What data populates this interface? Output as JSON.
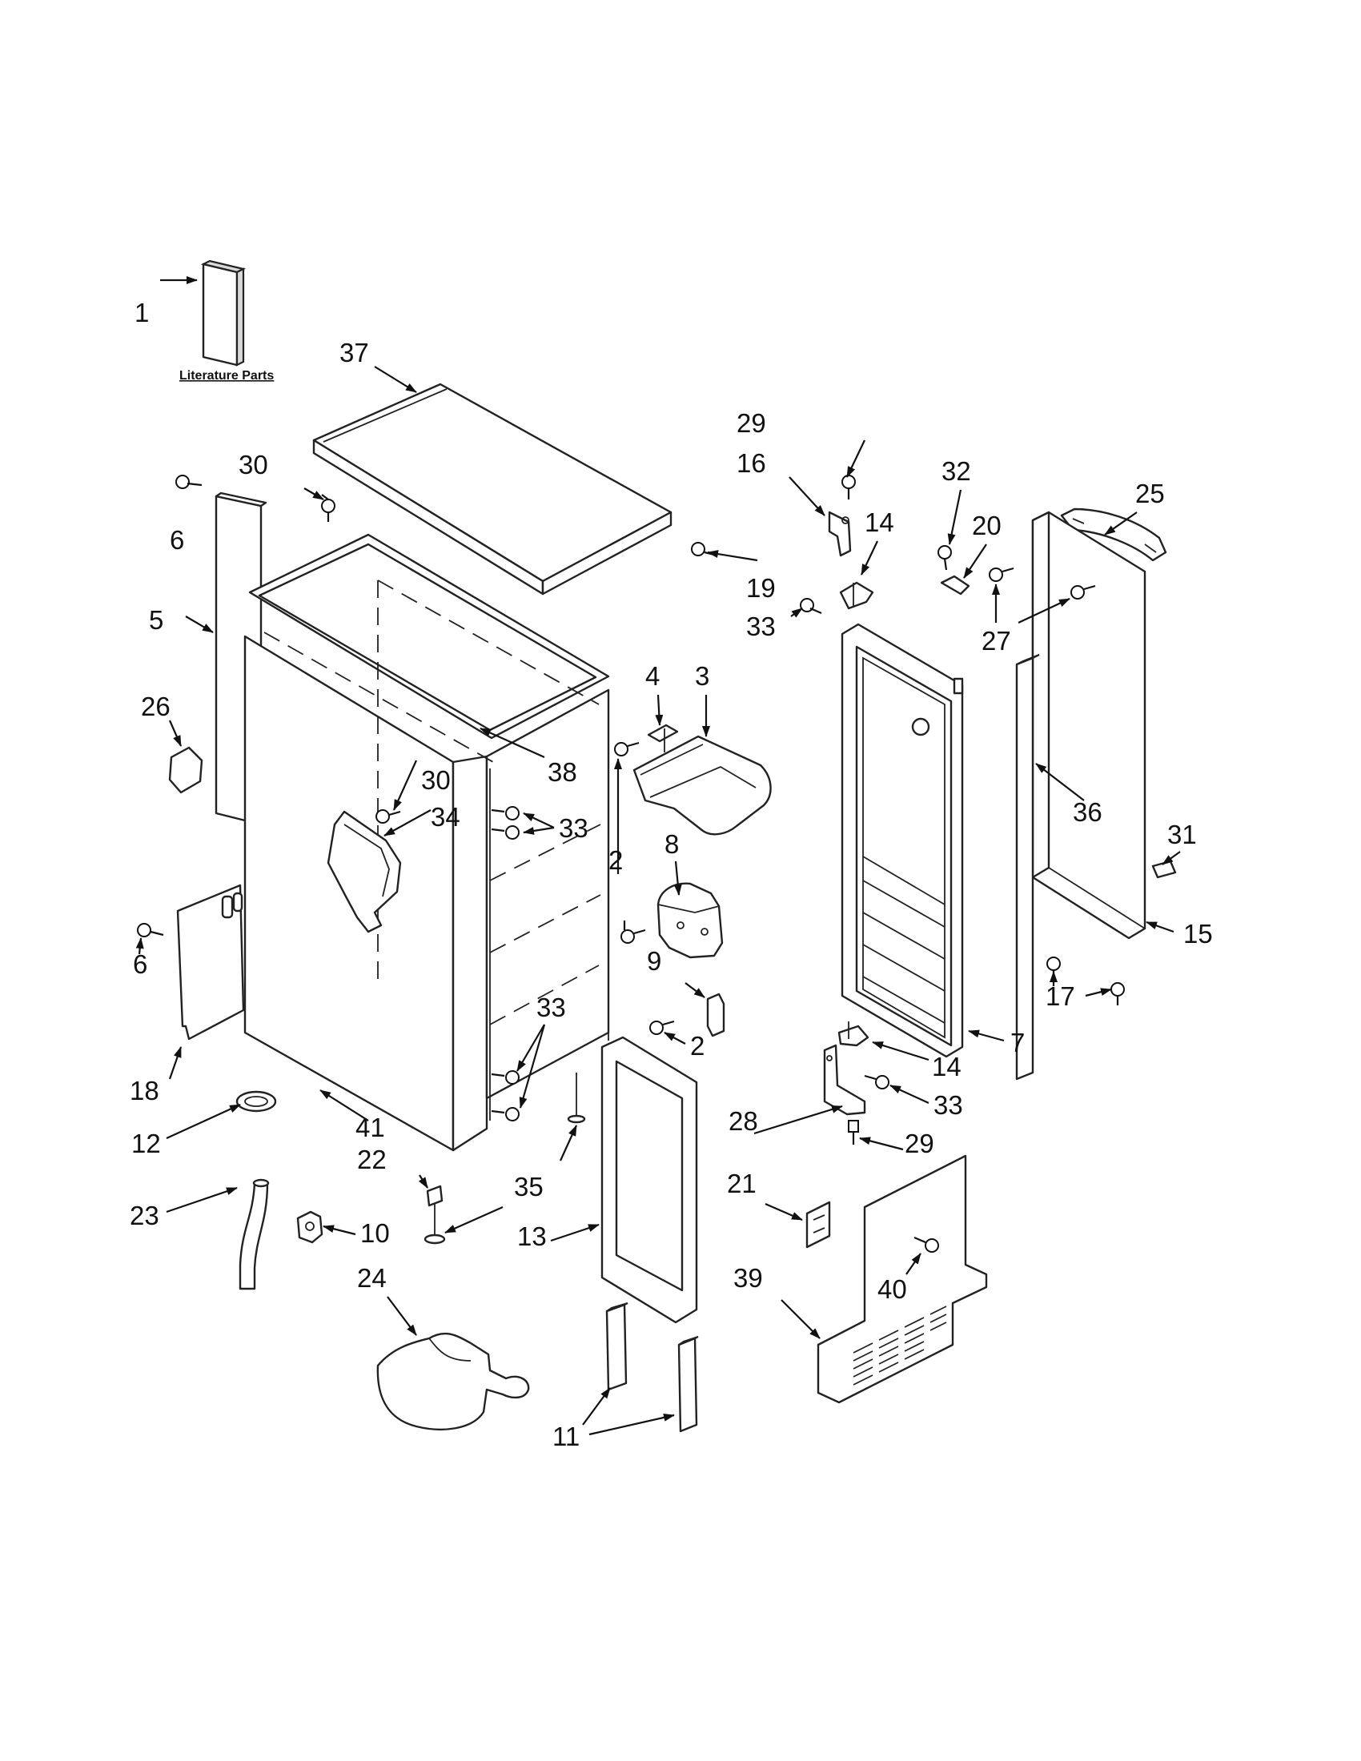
{
  "diagram": {
    "literature_label": "Literature Parts",
    "callouts": [
      "1",
      "2",
      "3",
      "4",
      "5",
      "6",
      "7",
      "8",
      "9",
      "10",
      "11",
      "12",
      "13",
      "14",
      "15",
      "16",
      "17",
      "18",
      "19",
      "20",
      "21",
      "22",
      "23",
      "24",
      "25",
      "26",
      "27",
      "28",
      "29",
      "30",
      "31",
      "32",
      "33",
      "34",
      "35",
      "36",
      "37",
      "38",
      "39",
      "40",
      "41"
    ]
  },
  "colors": {
    "line": "#222222",
    "background": "#ffffff",
    "shade": "#d9d9d9"
  }
}
